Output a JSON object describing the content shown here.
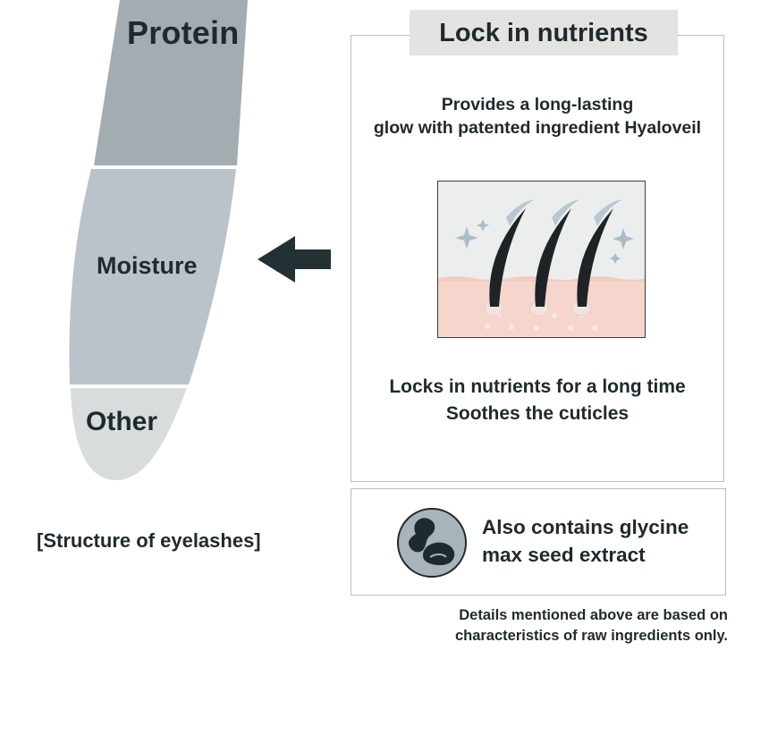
{
  "lash_structure": {
    "segments": [
      {
        "label": "Protein",
        "color": "#a3acb1"
      },
      {
        "label": "Moisture",
        "color": "#b9c3c9"
      },
      {
        "label": "Other",
        "color": "#d8dcdd"
      }
    ],
    "caption": "[Structure of eyelashes]"
  },
  "arrow": {
    "icon": "arrow-left-icon",
    "color": "#243134"
  },
  "panel": {
    "title": "Lock in nutrients",
    "title_bg": "#e3e4e1",
    "description_top": [
      "Provides a long-lasting",
      "glow with patented ingredient Hyaloveil"
    ],
    "illustration_icon": "eyelash-follicle-illustration",
    "description_bottom": [
      "Locks in nutrients for a long time",
      "Soothes the cuticles"
    ]
  },
  "extra": {
    "icon": "soybean-icon",
    "lines": [
      "Also contains glycine",
      "max seed extract"
    ]
  },
  "disclaimer": [
    "Details mentioned above are based on",
    "characteristics of raw ingredients only."
  ],
  "colors": {
    "text": "#1f2a2e",
    "skin": "#f6d6cc",
    "lash": "#1e2426",
    "sparkle": "#b7c8d2"
  }
}
